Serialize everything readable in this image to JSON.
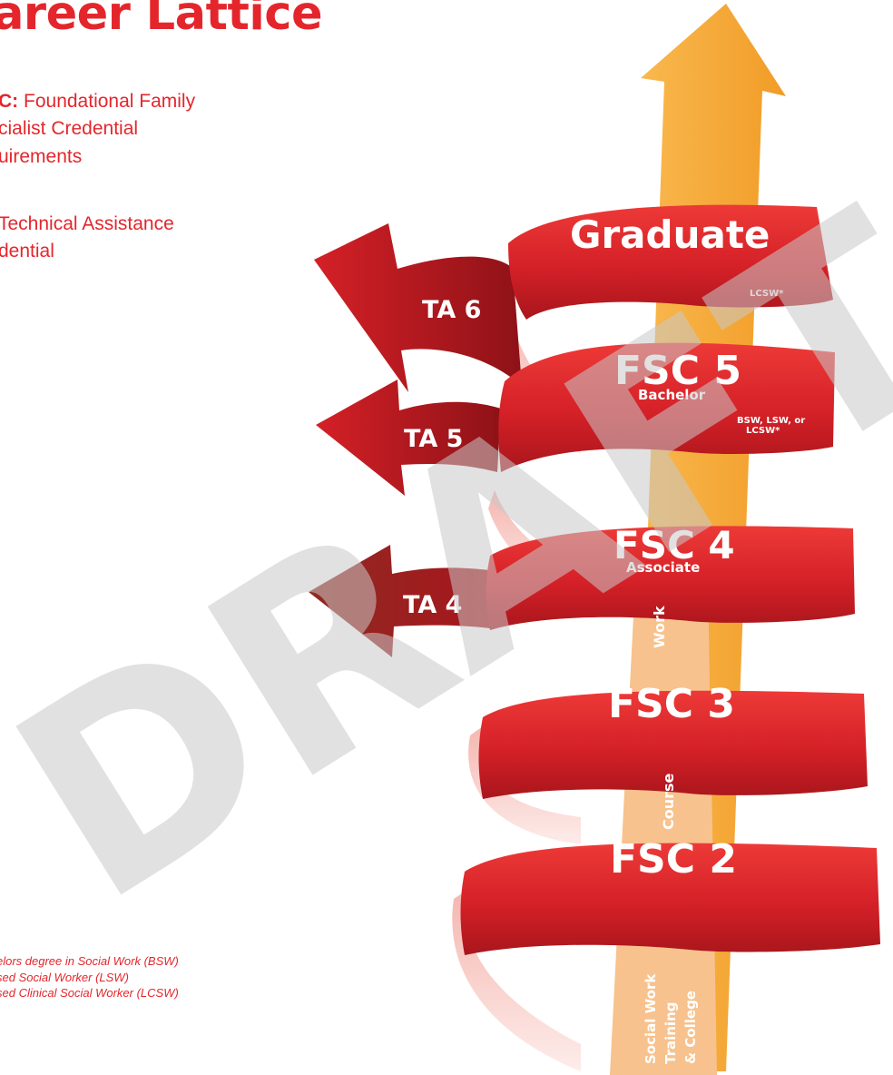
{
  "colors": {
    "accent_red": "#e4262c",
    "ribbon_red": "#d42027",
    "ribbon_dark": "#9a1419",
    "arrow_orange": "#f8ad3c",
    "stem_peach": "#f7c28d",
    "watermark_gray": "#cfcfcf"
  },
  "title": "areer Lattice",
  "definitions": [
    {
      "term": "C:",
      "text": " Foundational Family\ncialist Credential\nuirements"
    },
    {
      "term": "",
      "text": "Technical Assistance\ndential"
    }
  ],
  "watermark": "DRAFT",
  "ribbons": [
    {
      "label": "Graduate",
      "note": "LCSW*"
    },
    {
      "label": "FSC 5",
      "sublabel": "Bachelor",
      "note": "BSW, LSW, or\nLCSW*"
    },
    {
      "label": "FSC 4",
      "sublabel": "Associate"
    },
    {
      "label": "FSC 3"
    },
    {
      "label": "FSC 2"
    }
  ],
  "ta_arrows": [
    "TA 6",
    "TA 5",
    "TA 4"
  ],
  "stem_labels": [
    "Work",
    "Course",
    "Social Work\nTraining\n& College"
  ],
  "footnotes": [
    "elors degree in Social Work (BSW)",
    "sed Social Worker (LSW)",
    "sed Clinical Social Worker (LCSW)"
  ]
}
